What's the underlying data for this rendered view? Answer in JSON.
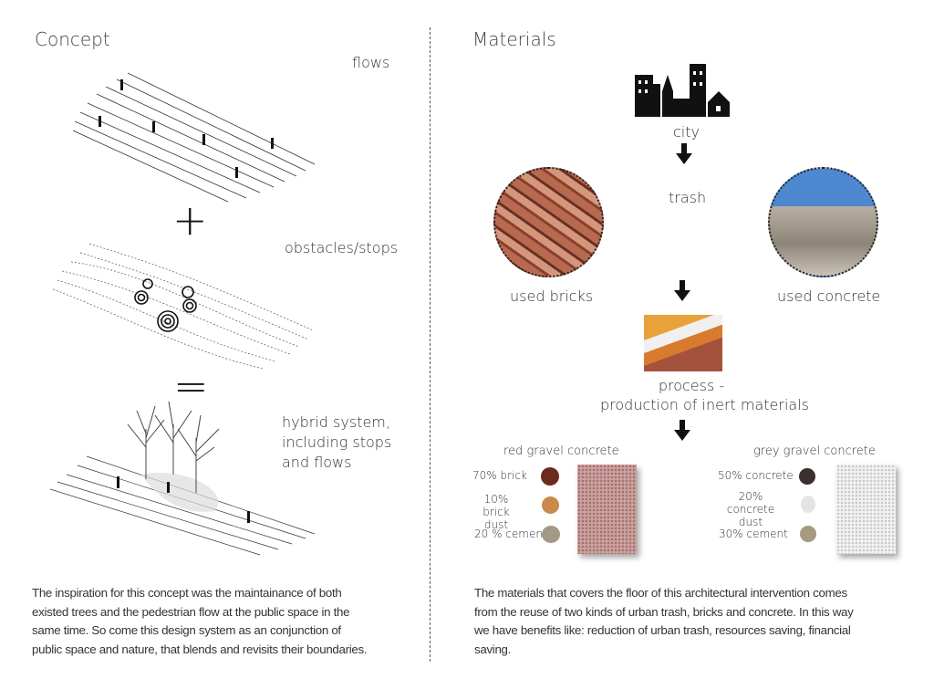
{
  "concept": {
    "title": "Concept",
    "flows_label": "flows",
    "plus_symbol": "+",
    "obstacles_label": "obstacles/stops",
    "equals_symbol": "=",
    "hybrid_label_lines": [
      "hybrid system,",
      "including stops",
      "and flows"
    ],
    "description_lines": [
      "The inspiration for this concept was the maintainance of  both",
      "existed trees and the pedestrian flow at the public space in the",
      "same time. So come this design system as an conjunction of",
      "public space and nature, that blends and revisits their boundaries."
    ]
  },
  "materials": {
    "title": "Materials",
    "city_label": "city",
    "trash_label": "trash",
    "bricks_label": "used bricks",
    "concrete_label": "used concrete",
    "process_lines": [
      "process -",
      "production of inert materials"
    ],
    "red": {
      "title": "red gravel concrete",
      "items": [
        {
          "text": "70% brick",
          "color": "#6e2a1f"
        },
        {
          "text": "10% brick dust",
          "color": "#c98a4a"
        },
        {
          "text": "20 % cement",
          "color": "#a39a86"
        }
      ],
      "slab_color": "#c49a98"
    },
    "grey": {
      "title": "grey gravel concrete",
      "items": [
        {
          "text": "50% concrete",
          "color": "#3a3030"
        },
        {
          "text": "20% concrete dust",
          "color": "#e8e8e8"
        },
        {
          "text": "30% cement",
          "color": "#a69a80"
        }
      ],
      "slab_color": "#ececec"
    },
    "description_lines": [
      "The materials that covers the floor of this architectural intervention comes",
      "from the reuse of two kinds of urban trash, bricks and concrete. In this way",
      "we have benefits like: reduction of urban trash, resources saving, financial",
      "saving."
    ]
  }
}
